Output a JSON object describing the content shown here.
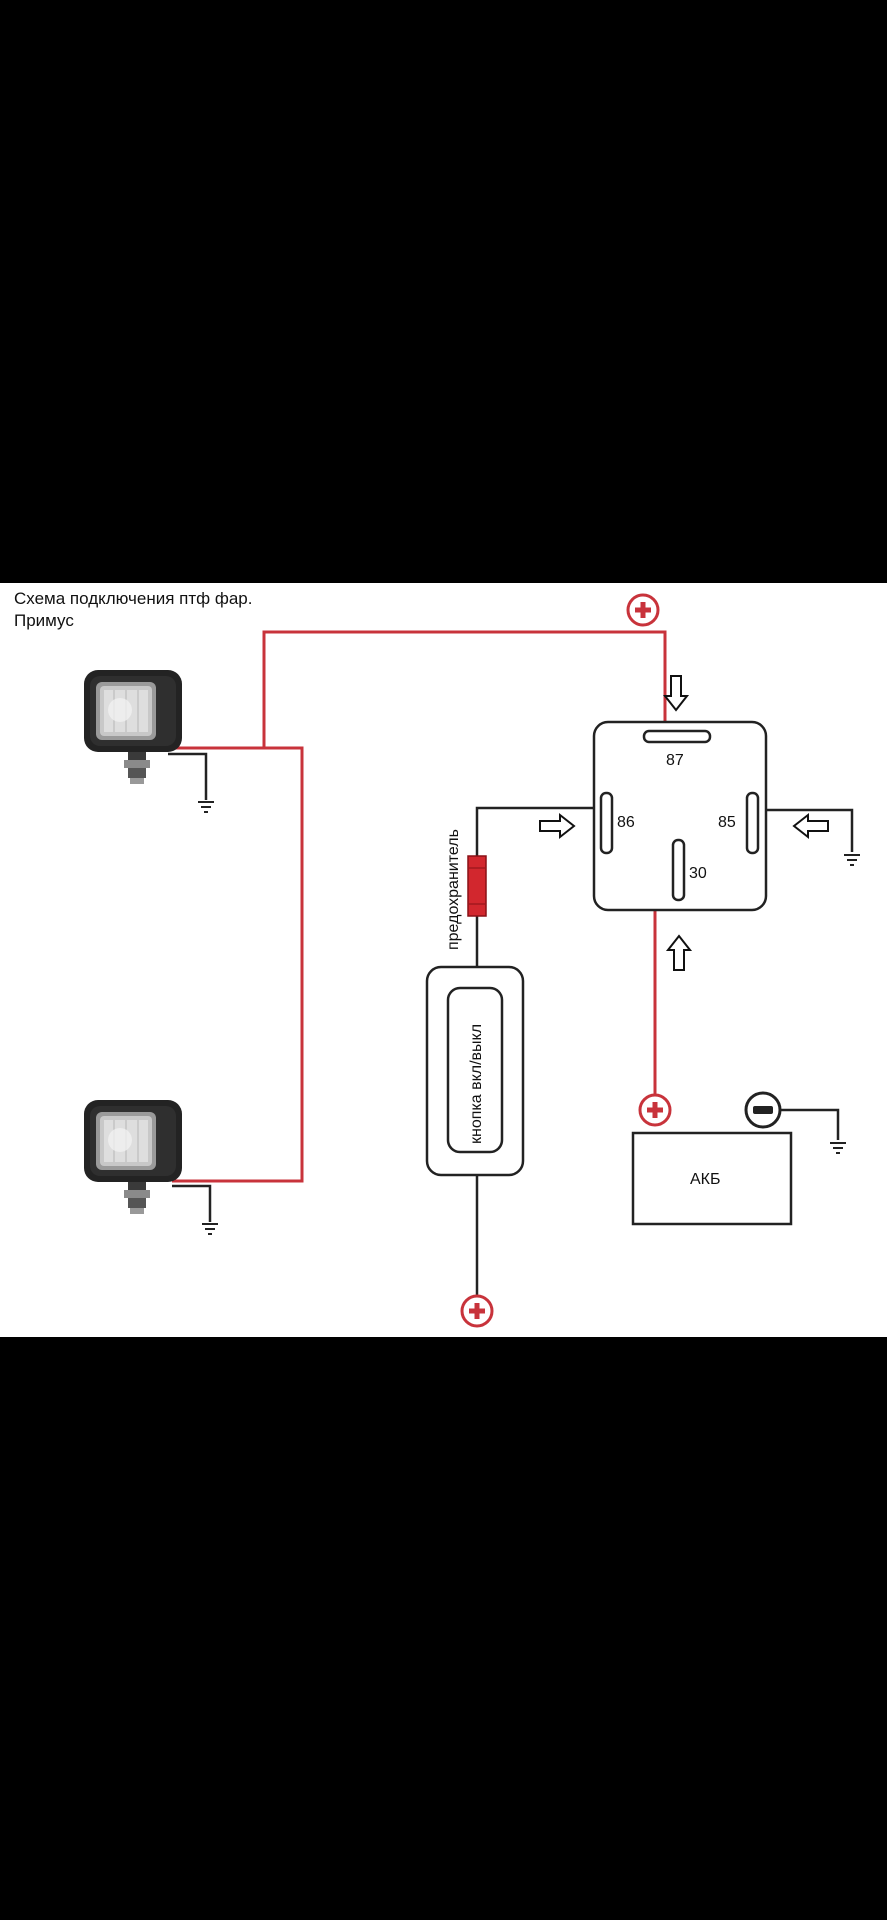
{
  "diagram": {
    "title_line1": "Схема подключения птф фар.",
    "title_line2": "Примус",
    "relay_pins": {
      "p87": "87",
      "p86": "86",
      "p85": "85",
      "p30": "30"
    },
    "fuse_label": "предохранитель",
    "switch_label": "кнопка вкл/выкл",
    "battery_label": "АКБ"
  },
  "colors": {
    "background": "#000000",
    "panel": "#ffffff",
    "wire_positive": "#c8333b",
    "wire_neutral": "#222222",
    "fuse": "#d2272e"
  },
  "icons": [
    "plus-terminal-icon",
    "minus-terminal-icon",
    "ground-icon",
    "arrow-icon",
    "lamp-icon"
  ]
}
